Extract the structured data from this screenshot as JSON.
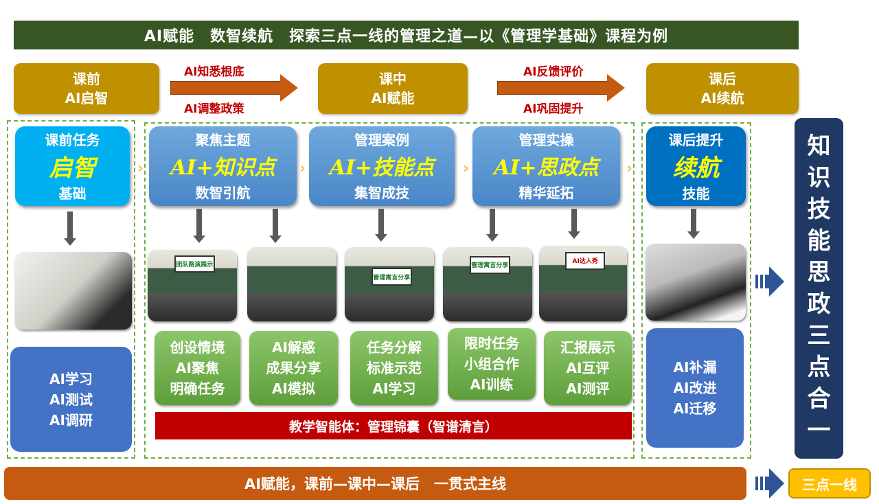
{
  "title": "AI赋能　数智续航　探索三点一线的管理之道—以《管理学基础》课程为例",
  "phases": [
    {
      "line1": "课前",
      "line2": "AI启智"
    },
    {
      "line1": "课中",
      "line2": "AI赋能"
    },
    {
      "line1": "课后",
      "line2": "AI续航"
    }
  ],
  "arrows": [
    {
      "top": "AI知悉根底",
      "bottom": "AI调整政策"
    },
    {
      "top": "AI反馈评价",
      "bottom": "AI巩固提升"
    }
  ],
  "pre_card": {
    "top": "课前任务",
    "big": "启智",
    "bottom": "基础"
  },
  "mid_cards": [
    {
      "top": "聚焦主题",
      "big": "AI+知识点",
      "bottom": "数智引航"
    },
    {
      "top": "管理案例",
      "big": "AI+技能点",
      "bottom": "集智成技"
    },
    {
      "top": "管理实操",
      "big": "AI+思政点",
      "bottom": "精华延拓"
    }
  ],
  "post_card": {
    "top": "课后提升",
    "big": "续航",
    "bottom": "技能"
  },
  "photo_banners": [
    "团队路演展示",
    "",
    "管理寓言分享",
    "管理寓言分享",
    "AI达人秀"
  ],
  "activities": [
    [
      "创设情境",
      "AI聚焦",
      "明确任务"
    ],
    [
      "AI解惑",
      "成果分享",
      "AI模拟"
    ],
    [
      "任务分解",
      "标准示范",
      "AI学习"
    ],
    [
      "限时任务",
      "小组合作",
      "AI训练"
    ],
    [
      "汇报展示",
      "AI互评",
      "AI测评"
    ]
  ],
  "pre_activities": [
    "AI学习",
    "AI测试",
    "AI调研"
  ],
  "post_activities": [
    "AI补漏",
    "AI改进",
    "AI迁移"
  ],
  "agent_bar": "教学智能体：管理锦囊（智谱清言）",
  "side_panel": [
    "知",
    "识",
    "技",
    "能",
    "思",
    "政",
    "三",
    "点",
    "合",
    "一"
  ],
  "bottom_bar": "AI赋能，课前—课中—课后　一贯式主线",
  "result_box": "三点一线"
}
